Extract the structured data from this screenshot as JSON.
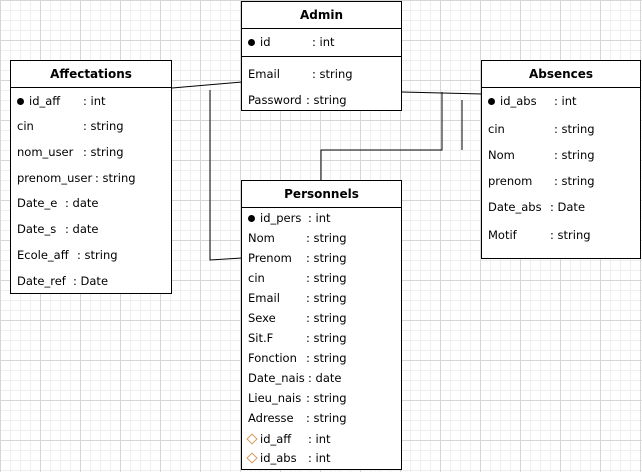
{
  "entities": [
    {
      "id": "admin",
      "title": "Admin",
      "keys": [
        {
          "name": "id",
          "type": ": int",
          "mark": "pk"
        }
      ],
      "fields": [
        {
          "name": "Email",
          "type": ": string"
        },
        {
          "name": "Password",
          "type": ": string"
        }
      ]
    },
    {
      "id": "affectations",
      "title": "Affectations",
      "keys": [],
      "fields": [
        {
          "name": "id_aff",
          "type": ": int",
          "mark": "pk"
        },
        {
          "name": "cin",
          "type": ": string"
        },
        {
          "name": "nom_user",
          "type": ": string"
        },
        {
          "name": "prenom_user",
          "type": ": string"
        },
        {
          "name": "Date_e",
          "type": ": date"
        },
        {
          "name": "Date_s",
          "type": ": date"
        },
        {
          "name": "Ecole_aff",
          "type": ": string"
        },
        {
          "name": "Date_ref",
          "type": ": Date"
        }
      ]
    },
    {
      "id": "absences",
      "title": "Absences",
      "keys": [],
      "fields": [
        {
          "name": "id_abs",
          "type": ": int",
          "mark": "pk"
        },
        {
          "name": "cin",
          "type": ": string"
        },
        {
          "name": "Nom",
          "type": ": string"
        },
        {
          "name": "prenom",
          "type": ": string"
        },
        {
          "name": "Date_abs",
          "type": ": Date"
        },
        {
          "name": "Motif",
          "type": ": string"
        }
      ]
    },
    {
      "id": "personnels",
      "title": "Personnels",
      "keys": [],
      "fields": [
        {
          "name": "id_pers",
          "type": ": int",
          "mark": "pk"
        },
        {
          "name": "Nom",
          "type": ": string"
        },
        {
          "name": "Prenom",
          "type": ": string"
        },
        {
          "name": "cin",
          "type": ": string"
        },
        {
          "name": "Email",
          "type": ": string"
        },
        {
          "name": "Sexe",
          "type": ": string"
        },
        {
          "name": "Sit.F",
          "type": ": string"
        },
        {
          "name": "Fonction",
          "type": ": string"
        },
        {
          "name": "Date_nais",
          "type": ": date"
        },
        {
          "name": "Lieu_nais",
          "type": ": string"
        },
        {
          "name": "Adresse",
          "type": ": string"
        },
        {
          "name": "id_aff",
          "type": ": int",
          "mark": "fk"
        },
        {
          "name": "id_abs",
          "type": ": int",
          "mark": "fk"
        }
      ]
    }
  ],
  "colors": {
    "line": "#000000",
    "grid": "#d6d6d6",
    "fk_mark": "#d89a5a"
  }
}
